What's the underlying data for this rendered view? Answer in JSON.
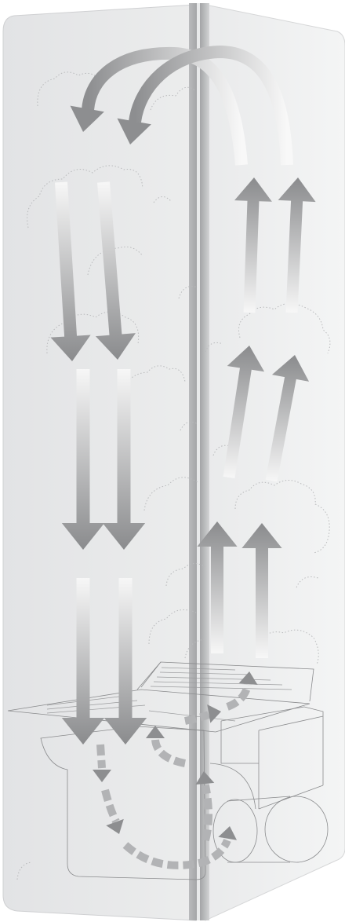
{
  "figure": {
    "subject": "fridge-freezer-airflow",
    "panels": [
      "fridge-front-panel",
      "fridge-side-panel"
    ],
    "colors": {
      "background": "#ffffff",
      "front_panel": "#e4e5e7",
      "side_panel": "#f1f2f3",
      "edge_strip": "#c9cacc",
      "arrow_dark": "#8f9092",
      "arrow_light": "#fafafa",
      "cloud_dots": "#bdbec0",
      "outline": "#8a8b8d"
    },
    "icons": [
      "down-arrow-icon",
      "up-arrow-icon",
      "curved-arrow-icon",
      "cold-cloud-icon",
      "fan-icon",
      "compressor-icon"
    ]
  }
}
